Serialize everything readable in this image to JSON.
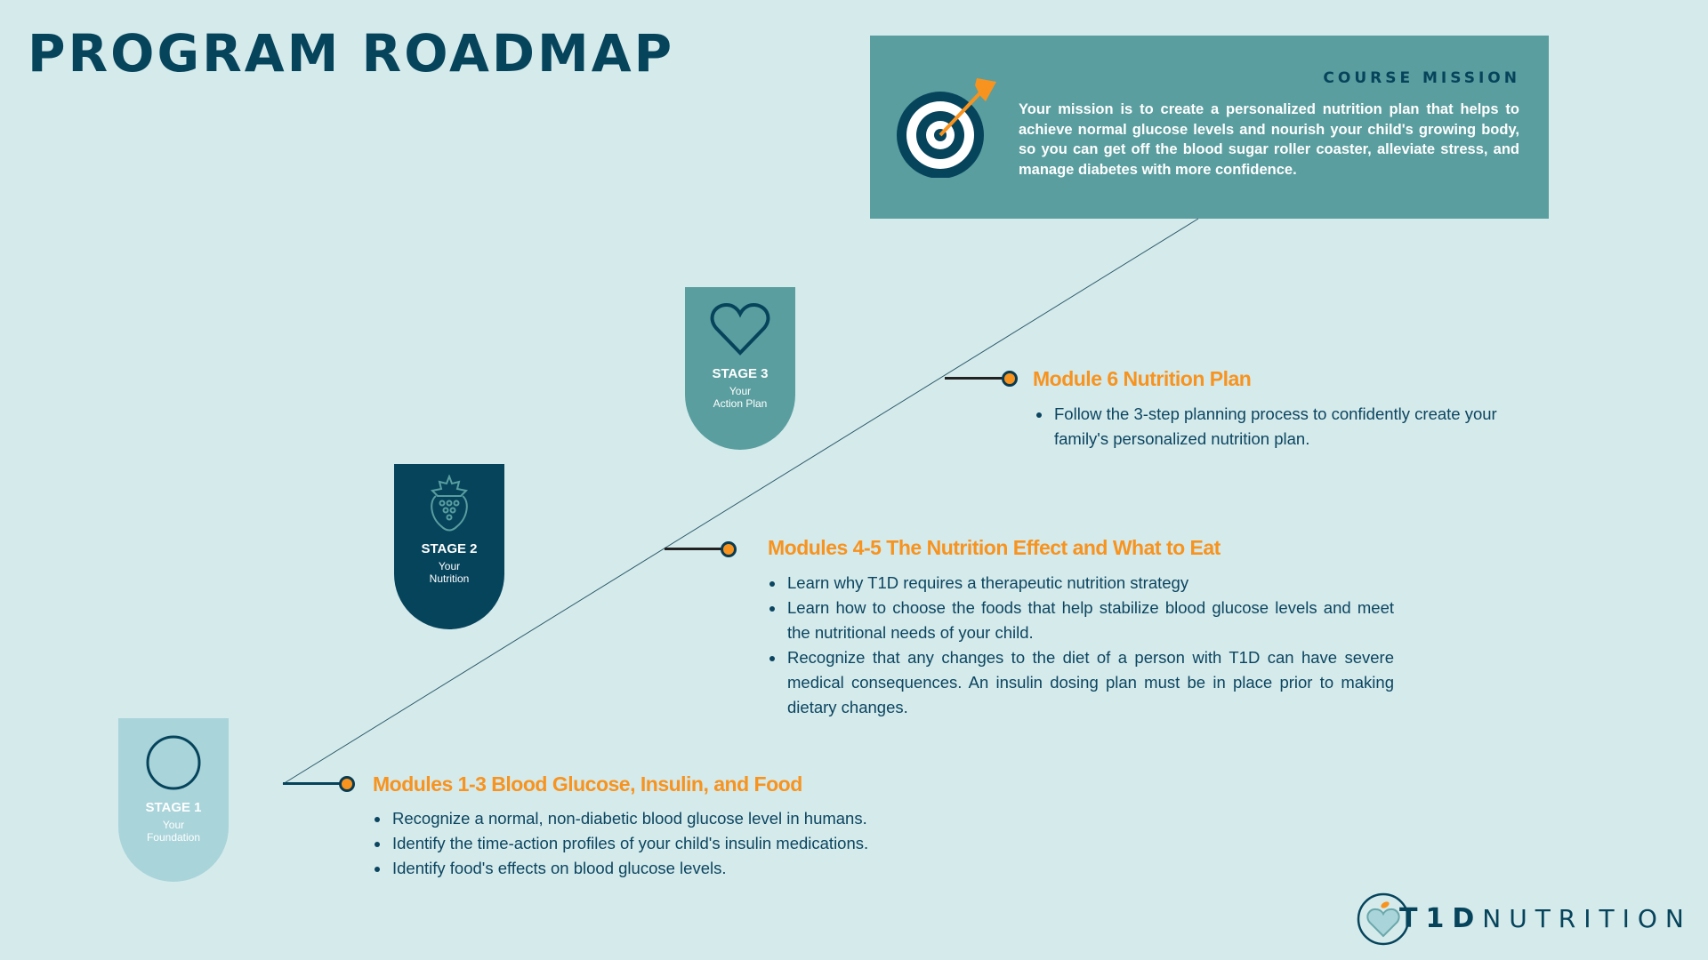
{
  "title": "PROGRAM ROADMAP",
  "mission": {
    "heading": "COURSE MISSION",
    "text": "Your mission is to create a personalized nutrition plan that helps to achieve normal glucose levels and nourish your child's growing body, so you can get off the blood sugar roller coaster, alleviate stress, and manage diabetes with more confidence.",
    "icon": "target-arrow-icon"
  },
  "stages": [
    {
      "label": "STAGE 1",
      "sub1": "Your",
      "sub2": "Foundation",
      "icon": "circle-icon",
      "color": "#a9d4da"
    },
    {
      "label": "STAGE 2",
      "sub1": "Your",
      "sub2": "Nutrition",
      "icon": "strawberry-icon",
      "color": "#06445c"
    },
    {
      "label": "STAGE 3",
      "sub1": "Your",
      "sub2": "Action Plan",
      "icon": "heart-icon",
      "color": "#5a9e9f"
    }
  ],
  "modules": [
    {
      "heading": "Modules 1-3  Blood Glucose, Insulin, and Food",
      "bullets": [
        "Recognize a normal, non-diabetic blood glucose level in humans.",
        "Identify the time-action profiles of your child's insulin medications.",
        "Identify food's effects on blood glucose levels."
      ]
    },
    {
      "heading": "Modules 4-5  The Nutrition Effect and What to Eat",
      "bullets": [
        "Learn why T1D requires a therapeutic nutrition strategy",
        "Learn how to choose the foods that help stabilize blood glucose levels and meet the nutritional needs of your child.",
        "Recognize that any changes to the diet of a person with T1D can have severe medical consequences. An insulin dosing plan must be in place prior to making dietary changes."
      ]
    },
    {
      "heading": "Module 6  Nutrition Plan",
      "bullets": [
        "Follow the 3-step planning process to confidently create your family's personalized nutrition plan."
      ]
    }
  ],
  "logo": {
    "bold": "T1D",
    "light": "NUTRITION"
  },
  "colors": {
    "background": "#d5eaeb",
    "dark": "#06445c",
    "teal": "#5a9e9f",
    "light": "#a9d4da",
    "accent": "#f7931e"
  }
}
